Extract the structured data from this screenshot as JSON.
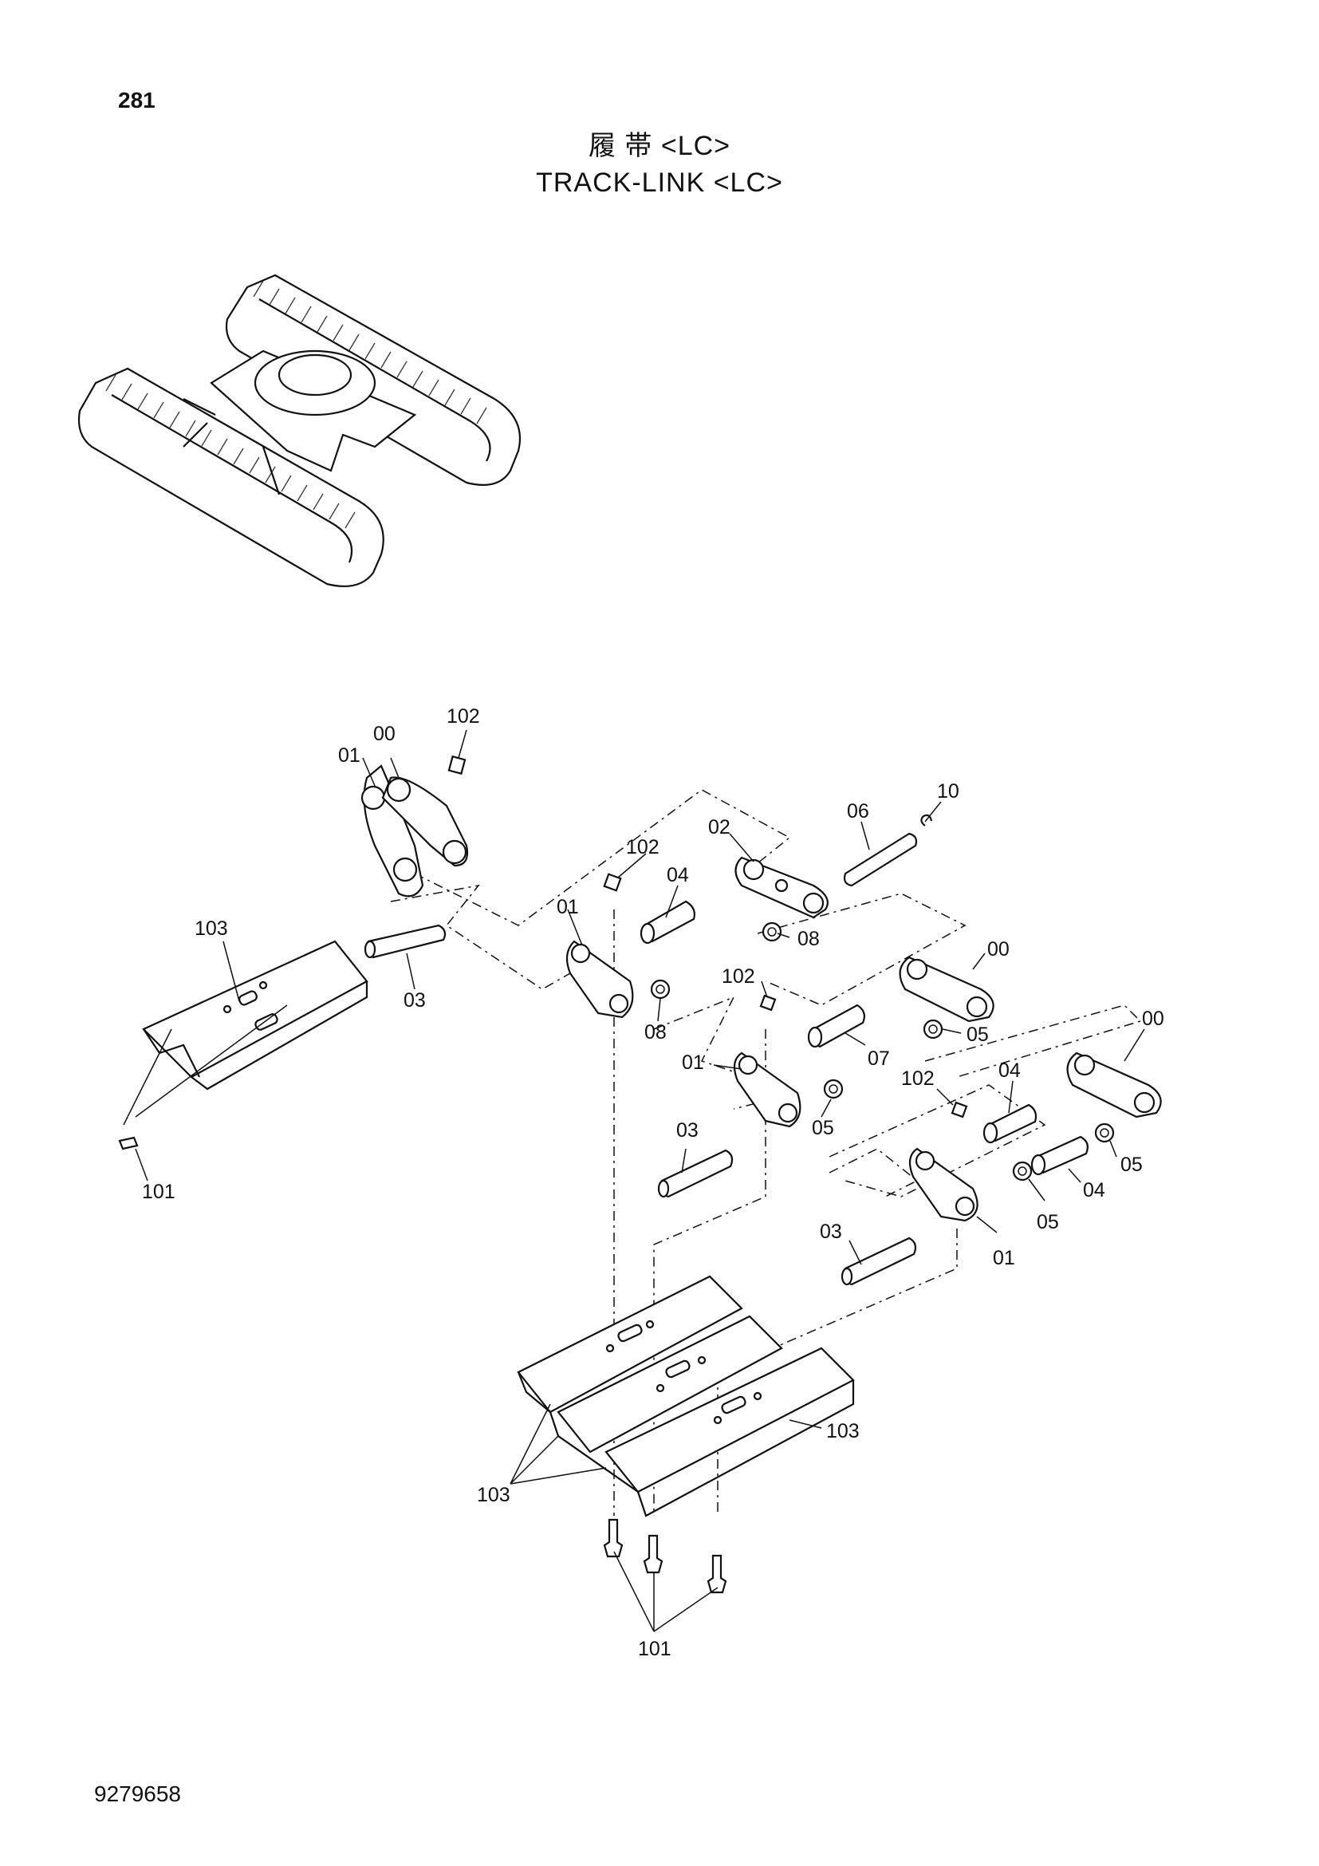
{
  "page_number": "281",
  "title": {
    "japanese": "履 帯 <LC>",
    "english": "TRACK-LINK <LC>"
  },
  "document_number": "9279658",
  "callouts": [
    {
      "id": "c-00a",
      "label": "00"
    },
    {
      "id": "c-01a",
      "label": "01"
    },
    {
      "id": "c-102a",
      "label": "102"
    },
    {
      "id": "c-103a",
      "label": "103"
    },
    {
      "id": "c-03a",
      "label": "03"
    },
    {
      "id": "c-101a",
      "label": "101"
    },
    {
      "id": "c-02",
      "label": "02"
    },
    {
      "id": "c-06",
      "label": "06"
    },
    {
      "id": "c-10",
      "label": "10"
    },
    {
      "id": "c-102b",
      "label": "102"
    },
    {
      "id": "c-04a",
      "label": "04"
    },
    {
      "id": "c-01b",
      "label": "01"
    },
    {
      "id": "c-08a",
      "label": "08"
    },
    {
      "id": "c-08b",
      "label": "08"
    },
    {
      "id": "c-00b",
      "label": "00"
    },
    {
      "id": "c-05a",
      "label": "05"
    },
    {
      "id": "c-102c",
      "label": "102"
    },
    {
      "id": "c-07",
      "label": "07"
    },
    {
      "id": "c-01c",
      "label": "01"
    },
    {
      "id": "c-05b",
      "label": "05"
    },
    {
      "id": "c-03b",
      "label": "03"
    },
    {
      "id": "c-00c",
      "label": "00"
    },
    {
      "id": "c-102d",
      "label": "102"
    },
    {
      "id": "c-04b",
      "label": "04"
    },
    {
      "id": "c-05c",
      "label": "05"
    },
    {
      "id": "c-04c",
      "label": "04"
    },
    {
      "id": "c-05d",
      "label": "05"
    },
    {
      "id": "c-03c",
      "label": "03"
    },
    {
      "id": "c-01d",
      "label": "01"
    },
    {
      "id": "c-103b",
      "label": "103"
    },
    {
      "id": "c-103c",
      "label": "103"
    },
    {
      "id": "c-101b",
      "label": "101"
    }
  ]
}
